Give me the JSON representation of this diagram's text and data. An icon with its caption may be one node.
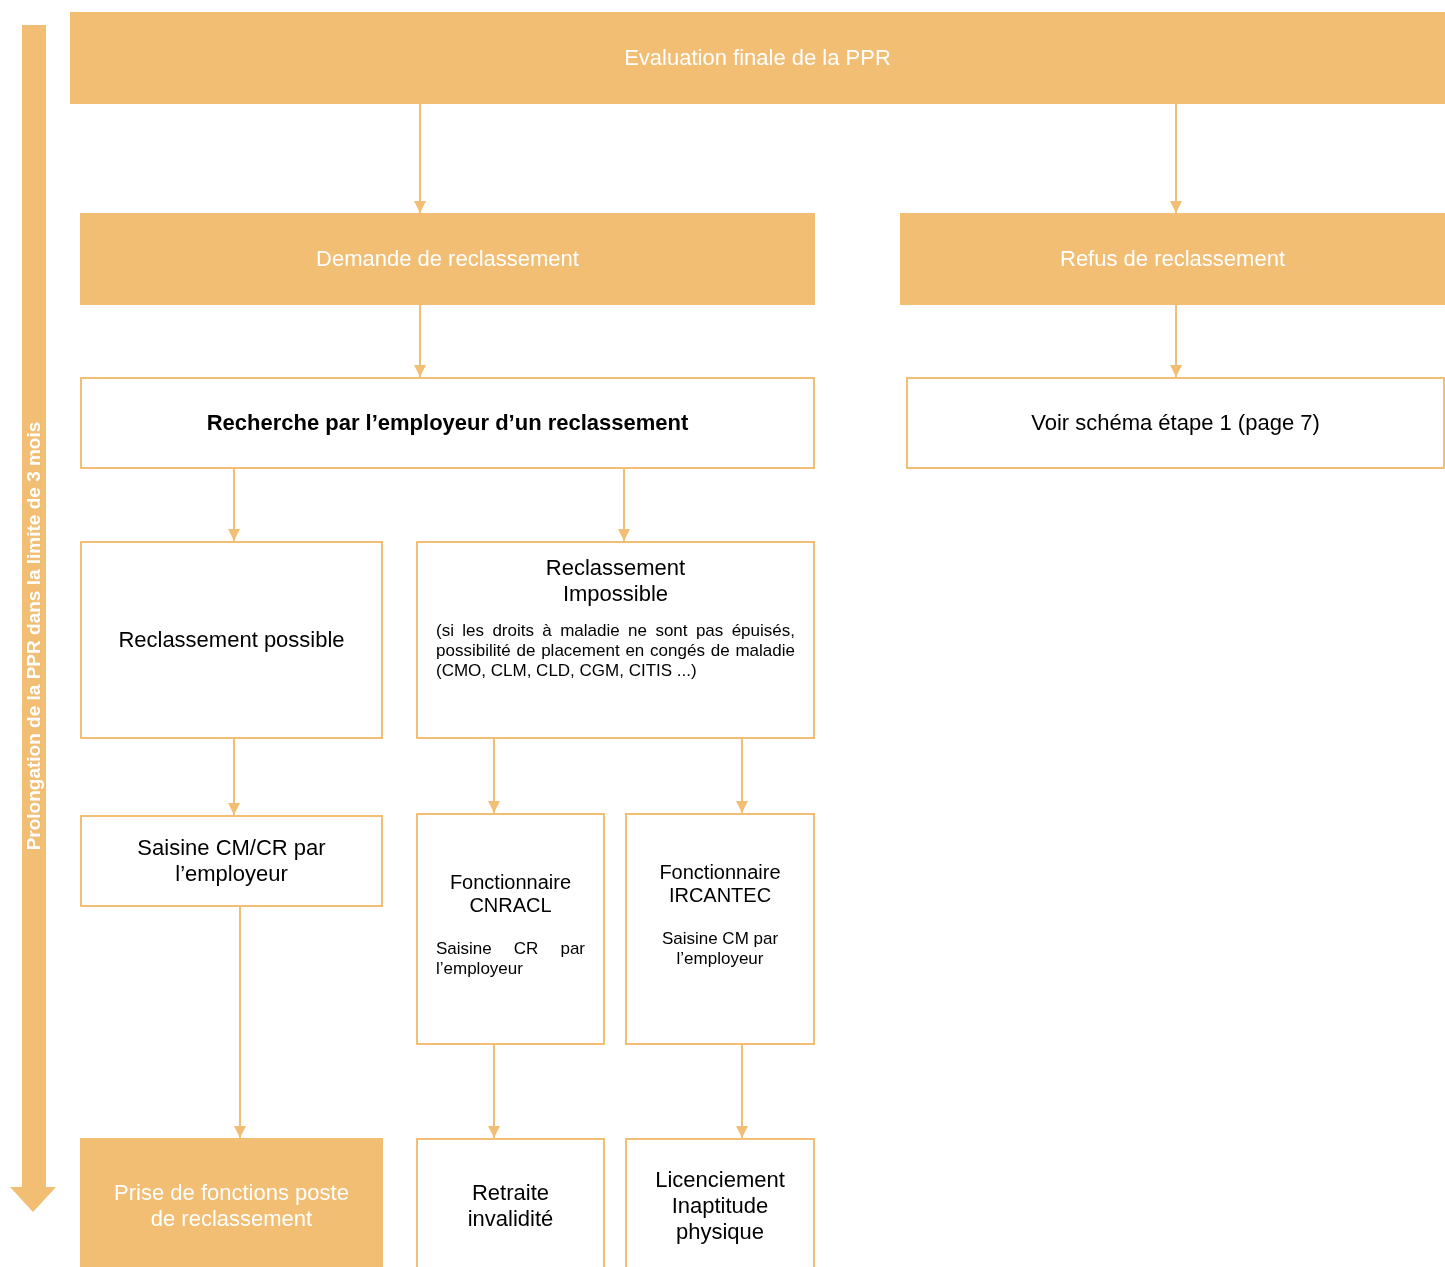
{
  "diagram": {
    "nodes": [
      {
        "text": [
          "Evaluation finale de la PPR"
        ]
      },
      {
        "text": [
          "Demande de reclassement"
        ]
      },
      {
        "text": [
          "Refus de reclassement"
        ]
      },
      {
        "text": [
          "Recherche par l’employeur d’un reclassement"
        ]
      },
      {
        "text": [
          "Voir schéma étape 1 (page 7)"
        ]
      },
      {
        "text": [
          "Reclassement possible"
        ]
      },
      {
        "text": [
          "Reclassement Impossible",
          "(si les droits à maladie ne sont pas épuisés, possibilité de placement en congés de maladie (CMO, CLM, CLD, CGM, CITIS ...)"
        ]
      },
      {
        "text": [
          "Saisine CM/CR par l’employeur"
        ]
      },
      {
        "text": [
          "Fonctionnaire CNRACL",
          "Saisine CR par l’employeur"
        ]
      },
      {
        "text": [
          "Fonctionnaire IRCANTEC",
          "Saisine CM par l’employeur"
        ]
      },
      {
        "text": [
          "Prise de fonctions poste de reclassement"
        ]
      },
      {
        "text": [
          "Retraite invalidité"
        ]
      },
      {
        "text": [
          "Licenciement Inaptitude physique"
        ]
      }
    ],
    "edges": [
      {
        "from": 0,
        "to": 1,
        "arrow": "to"
      },
      {
        "from": 0,
        "to": 2,
        "arrow": "to"
      },
      {
        "from": 1,
        "to": 3,
        "arrow": "to"
      },
      {
        "from": 2,
        "to": 4,
        "arrow": "to"
      },
      {
        "from": 3,
        "to": 5,
        "arrow": "to"
      },
      {
        "from": 3,
        "to": 6,
        "arrow": "to"
      },
      {
        "from": 5,
        "to": 7,
        "arrow": "to"
      },
      {
        "from": 6,
        "to": 8,
        "arrow": "to"
      },
      {
        "from": 6,
        "to": 9,
        "arrow": "to"
      },
      {
        "from": 7,
        "to": 10,
        "arrow": "to"
      },
      {
        "from": 8,
        "to": 11,
        "arrow": "to"
      },
      {
        "from": 9,
        "to": 12,
        "arrow": "to"
      }
    ],
    "labels": [
      "Prolongation de la PPR dans la limite de 3 mois"
    ]
  }
}
